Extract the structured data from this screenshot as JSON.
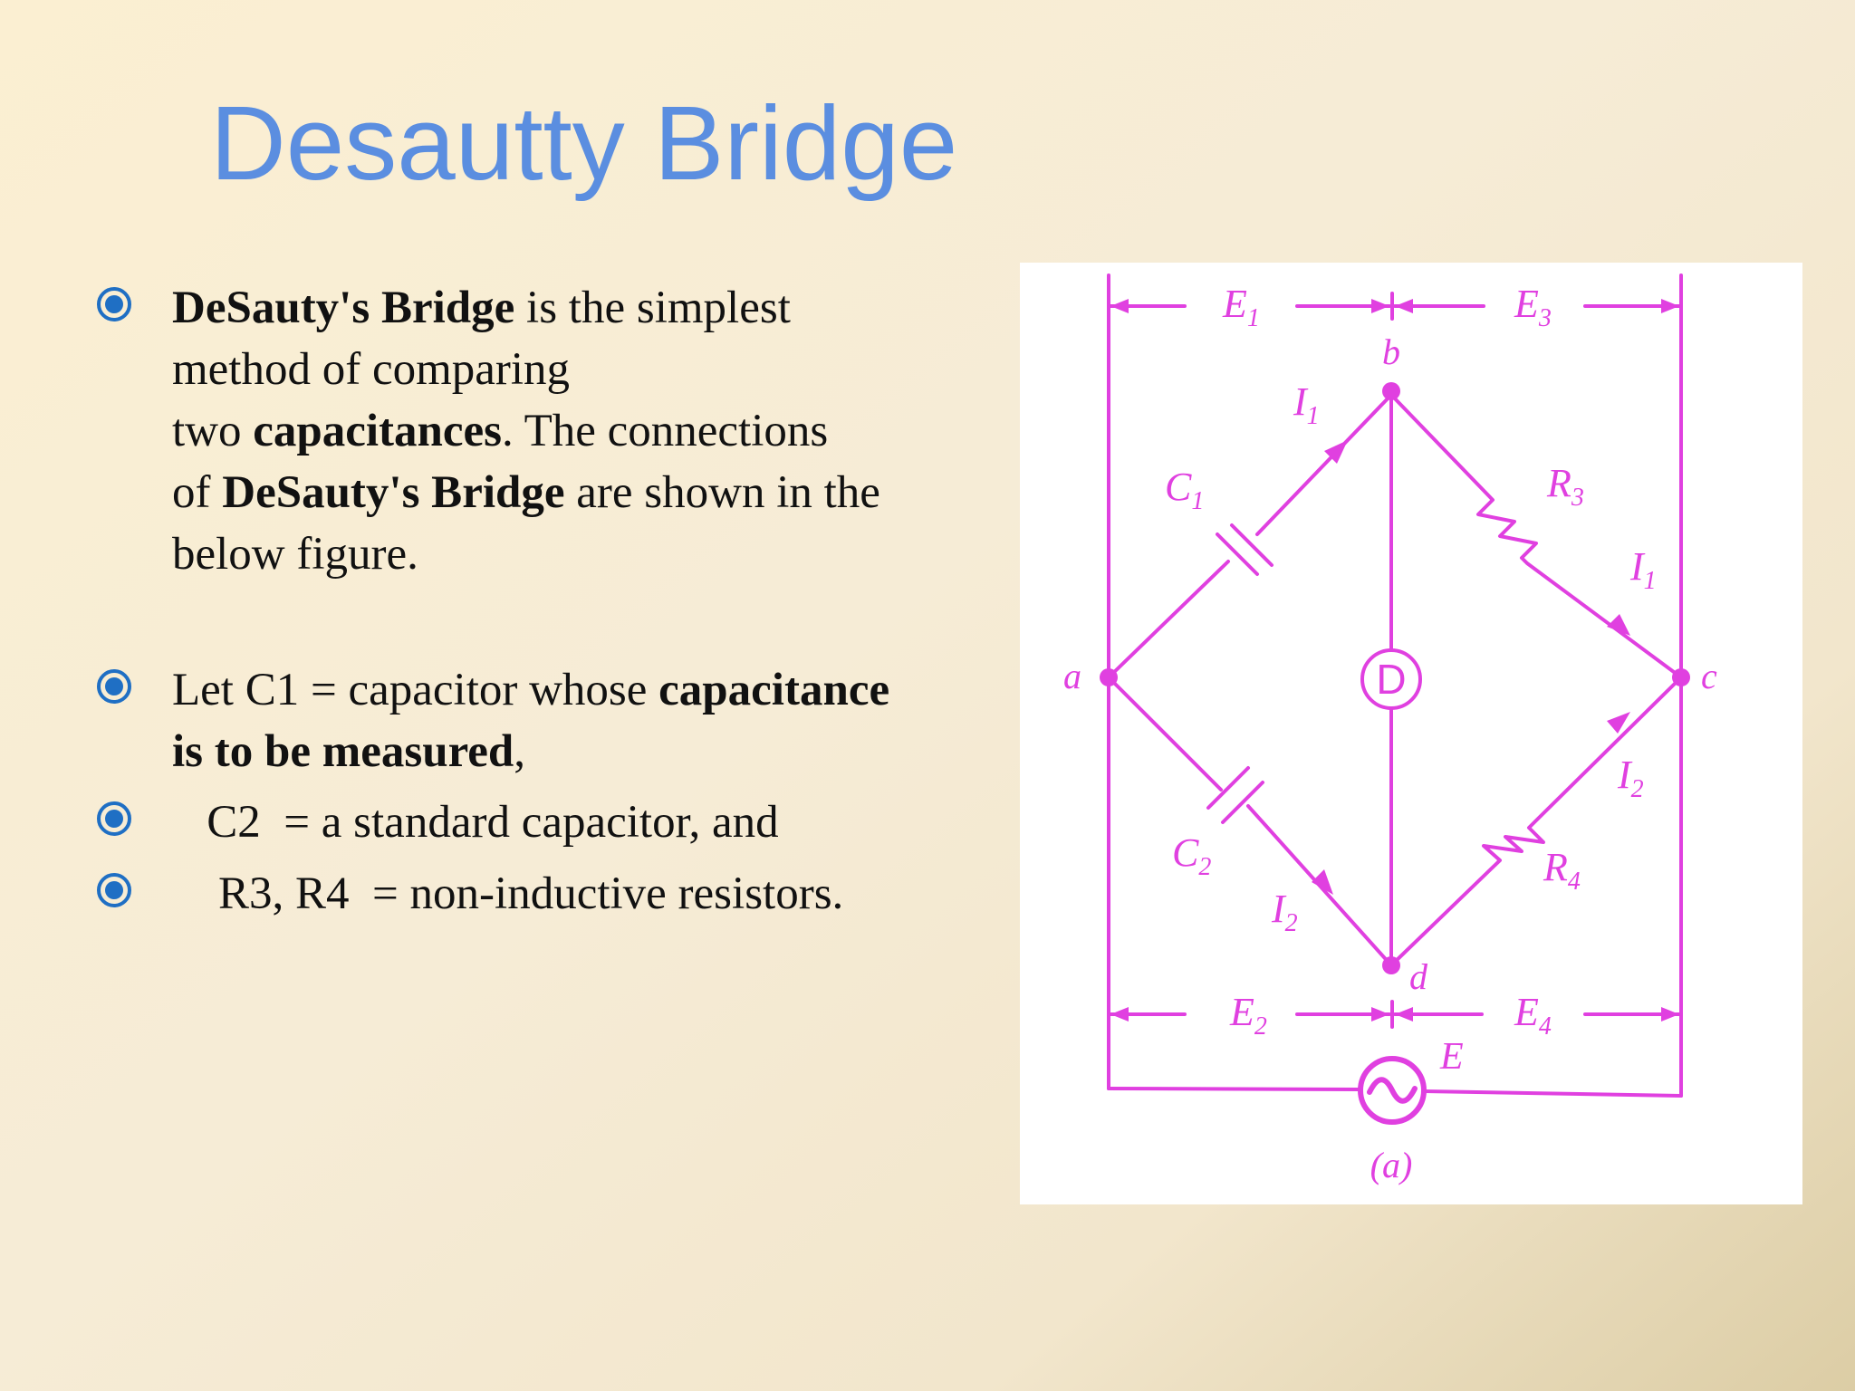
{
  "title": "Desautty Bridge",
  "bullets": [
    {
      "line1_bold": "DeSauty's Bridge",
      "line1_rest": " is the simplest",
      "line2": "method of comparing",
      "line3_pre": "two ",
      "line3_bold": "capacitances",
      "line3_post": ". The connections",
      "line4_pre": "of ",
      "line4_bold": "DeSauty's Bridge",
      "line4_post": " are shown in the",
      "line5": "below figure."
    },
    {
      "line1_pre": "Let   C1 = capacitor whose ",
      "line1_bold": "capacitance",
      "line2_bold": "is to be measured",
      "line2_post": ","
    },
    {
      "text": "   C2  = a standard capacitor, and"
    },
    {
      "text": "    R3, R4  = non-inductive resistors."
    }
  ],
  "figure": {
    "nodes": {
      "a": "a",
      "b": "b",
      "c": "c",
      "d": "d"
    },
    "detector": "D",
    "components": {
      "c1": "C",
      "c1_sub": "1",
      "c2": "C",
      "c2_sub": "2",
      "r3": "R",
      "r3_sub": "3",
      "r4": "R",
      "r4_sub": "4"
    },
    "currents": {
      "i1_sym": "I",
      "i1_sub": "1",
      "i2_sym": "I",
      "i2_sub": "2"
    },
    "voltages": {
      "e1": "E",
      "e1_sub": "1",
      "e2": "E",
      "e2_sub": "2",
      "e3": "E",
      "e3_sub": "3",
      "e4": "E",
      "e4_sub": "4"
    },
    "source": "E",
    "caption": "(a)",
    "colors": {
      "circuit": "#e040e0",
      "panel": "#ffffff"
    }
  },
  "colors": {
    "title": "#5b8ee0",
    "bullet": "#1f6fc4",
    "text": "#111111"
  }
}
